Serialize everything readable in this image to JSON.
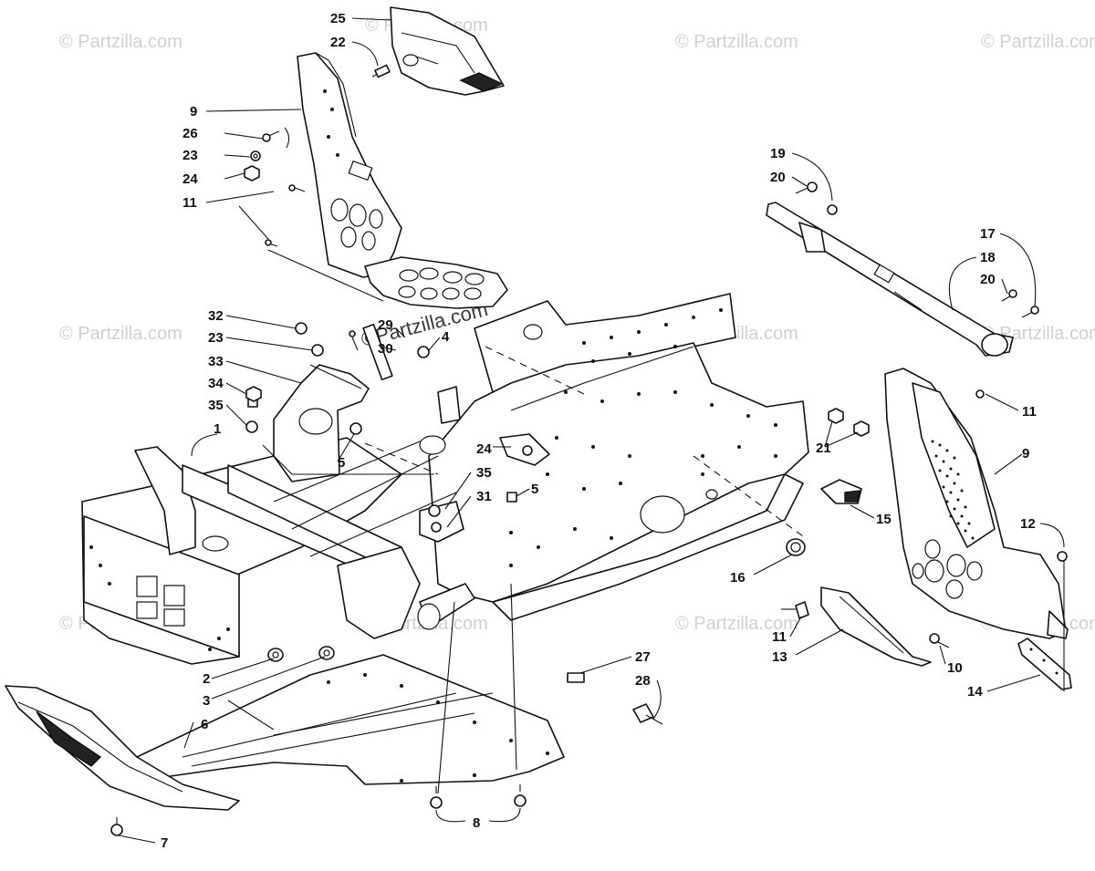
{
  "watermark": {
    "text": "© Partzilla.com",
    "center_text": "©Partzilla.com"
  },
  "callouts": {
    "c25": "25",
    "c22": "22",
    "c9a": "9",
    "c26": "26",
    "c23a": "23",
    "c24a": "24",
    "c11a": "11",
    "c32": "32",
    "c23b": "23",
    "c33": "33",
    "c34": "34",
    "c35a": "35",
    "c1": "1",
    "c29": "29",
    "c30": "30",
    "c4": "4",
    "c5a": "5",
    "c24b": "24",
    "c35b": "35",
    "c31": "31",
    "c5b": "5",
    "c2": "2",
    "c3": "3",
    "c6": "6",
    "c7": "7",
    "c8": "8",
    "c27": "27",
    "c28": "28",
    "c16": "16",
    "c19": "19",
    "c20a": "20",
    "c17": "17",
    "c18": "18",
    "c20b": "20",
    "c11b": "11",
    "c21": "21",
    "c9b": "9",
    "c15": "15",
    "c12": "12",
    "c11c": "11",
    "c13": "13",
    "c10": "10",
    "c14": "14"
  }
}
